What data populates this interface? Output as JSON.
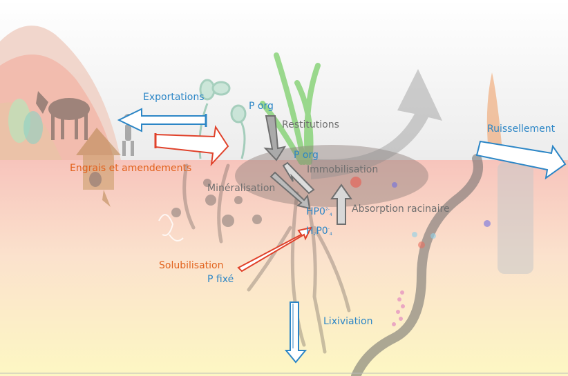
{
  "labels": {
    "exportations": "Exportations",
    "engrais": "Engrais et amendements",
    "p_org_top": "P org",
    "restitutions": "Restitutions",
    "p_org_mid": "P org",
    "immobilisation": "Immobilisation",
    "mineralisation": "Minéralisation",
    "hpo4_main": "HP0",
    "hpo4_sup": "2-",
    "hpo4_sub": "4",
    "h2po4_h": "H",
    "h2po4_sub2": "2",
    "h2po4_po": "P0",
    "h2po4_sup": "-",
    "h2po4_sub4": "4",
    "absorption": "Absorption racinaire",
    "solubilisation": "Solubilisation",
    "p_fixe": "P fixé",
    "ruissellement": "Ruissellement",
    "lixiviation": "Lixiviation"
  },
  "colors": {
    "blue": "#2c86c6",
    "orange": "#e2621d",
    "grey": "#6f6f6f",
    "soil": "#f6c9bf",
    "subsoil": "#fdf6c6",
    "sky": "#f3f3f3"
  }
}
